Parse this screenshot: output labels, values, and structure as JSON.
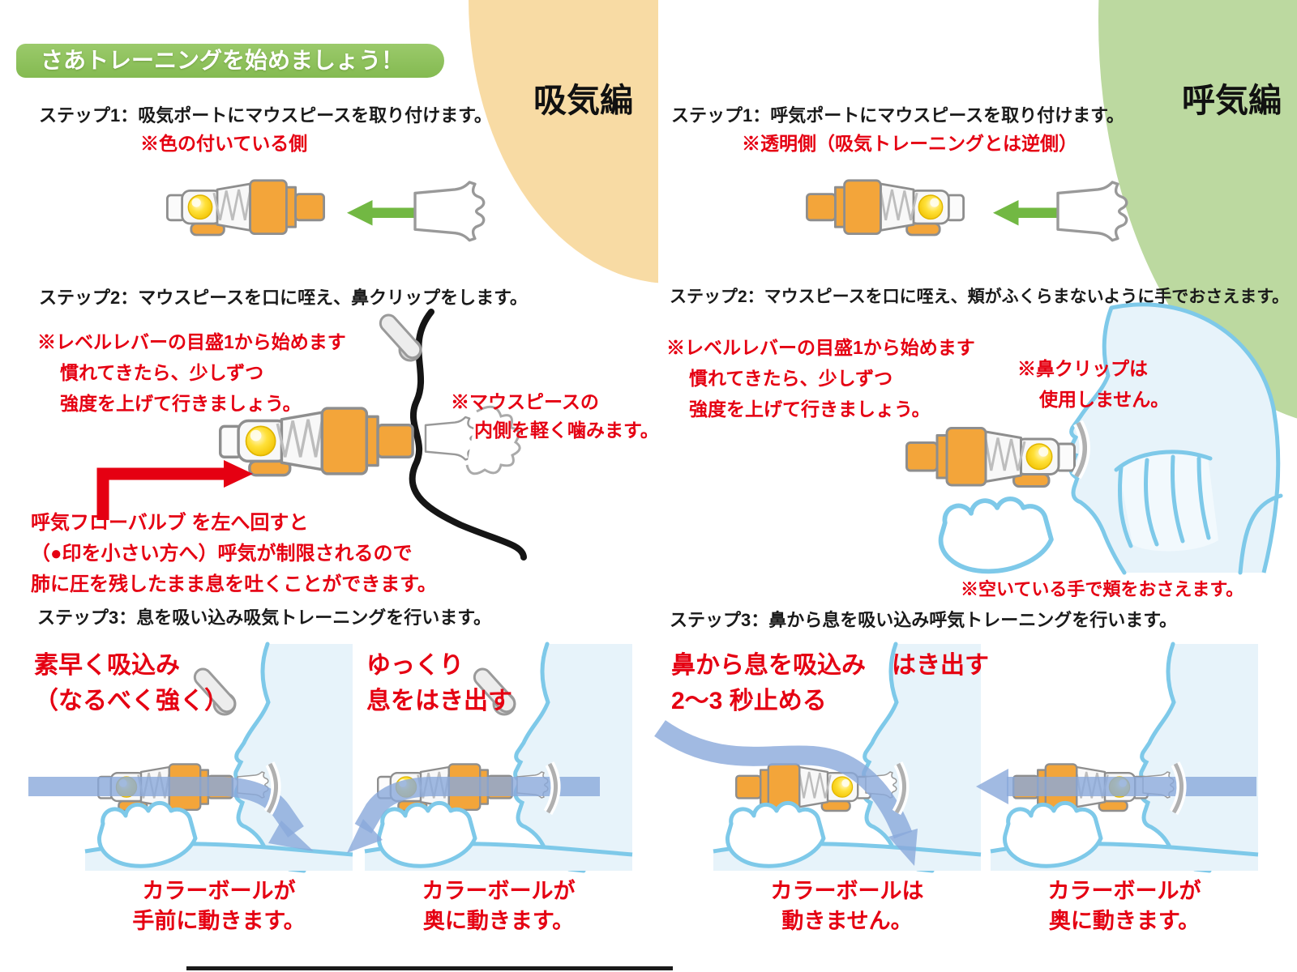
{
  "banner": {
    "label": "さあトレーニングを始めましょう！"
  },
  "colors": {
    "accent_red": "#e50012",
    "banner_green": "#8ec25e",
    "inhale_corner_peach": "#f8dba4",
    "exhale_corner_green": "#bcd9a0",
    "device_orange": "#f3a53a",
    "flow_arrow_blue": "#8aa9db",
    "face_line_blue": "#7ec9e9",
    "green_arrow": "#72b843"
  },
  "inhale": {
    "title": "吸気編",
    "step1": {
      "heading": "ステップ1：吸気ポートにマウスピースを取り付けます。",
      "note": "※色の付いている側"
    },
    "step2": {
      "heading": "ステップ2：マウスピースを口に咥え、鼻クリップをします。",
      "level_note": [
        "※レベルレバーの目盛1から始めます",
        "慣れてきたら、少しずつ",
        "強度を上げて行きましょう。"
      ],
      "mouthpiece_note": [
        "※マウスピースの",
        "内側を軽く噛みます。"
      ],
      "valve_note": [
        "呼気フローバルブ を左へ回すと",
        "（●印を小さい方へ）呼気が制限されるので",
        "肺に圧を残したまま息を吐くことができます。"
      ]
    },
    "step3": {
      "heading": "ステップ3：息を吸い込み吸気トレーニングを行います。",
      "tiles": [
        {
          "label": [
            "素早く吸込み",
            "（なるべく強く）"
          ],
          "caption": [
            "カラーボールが",
            "手前に動きます。"
          ]
        },
        {
          "label": [
            "ゆっくり",
            "息をはき出す"
          ],
          "caption": [
            "カラーボールが",
            "奥に動きます。"
          ]
        }
      ]
    }
  },
  "exhale": {
    "title": "呼気編",
    "step1": {
      "heading": "ステップ1：呼気ポートにマウスピースを取り付けます。",
      "note": "※透明側（吸気トレーニングとは逆側）"
    },
    "step2": {
      "heading": "ステップ2：マウスピースを口に咥え、頬がふくらまないように手でおさえます。",
      "level_note": [
        "※レベルレバーの目盛1から始めます",
        "慣れてきたら、少しずつ",
        "強度を上げて行きましょう。"
      ],
      "noseclip_note": [
        "※鼻クリップは",
        "使用しません。"
      ],
      "hand_note": "※空いている手で頬をおさえます。"
    },
    "step3": {
      "heading": "ステップ3：鼻から息を吸い込み呼気トレーニングを行います。",
      "tiles": [
        {
          "label": [
            "鼻から息を吸込み",
            "2〜3 秒止める"
          ],
          "caption": [
            "カラーボールは",
            "動きません。"
          ]
        },
        {
          "label": [
            "はき出す"
          ],
          "caption": [
            "カラーボールが",
            "奥に動きます。"
          ]
        }
      ]
    }
  }
}
